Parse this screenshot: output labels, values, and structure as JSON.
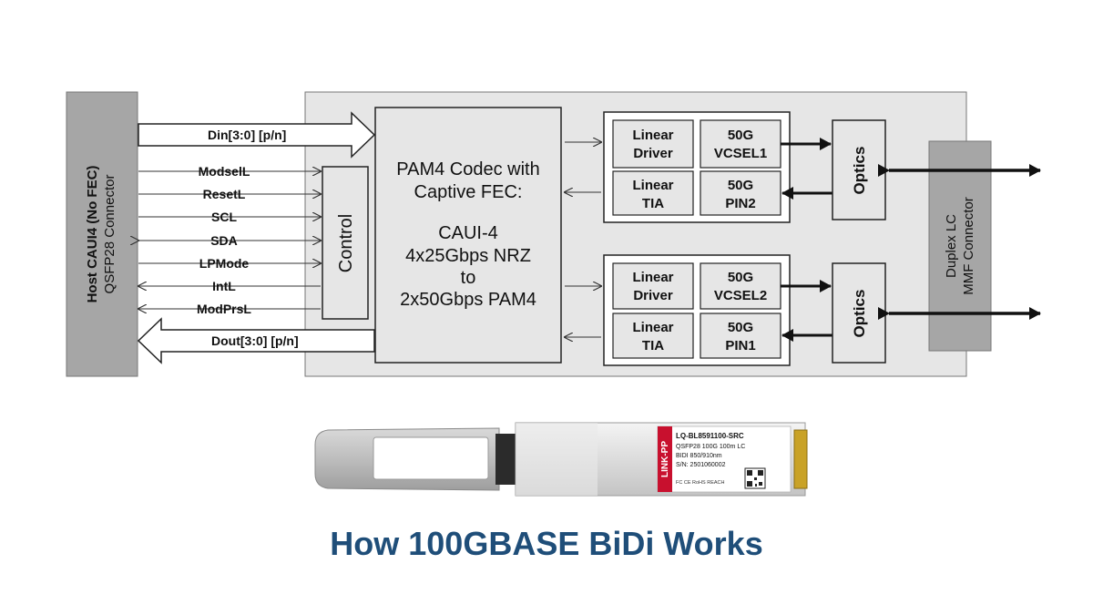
{
  "host": {
    "line1": "Host CAUI4 (No FEC)",
    "line2": "QSFP28 Connector"
  },
  "signals": {
    "din": "Din[3:0] [p/n]",
    "dout": "Dout[3:0] [p/n]",
    "control_lines": [
      "ModselL",
      "ResetL",
      "SCL",
      "SDA",
      "LPMode",
      "IntL",
      "ModPrsL"
    ]
  },
  "control": {
    "label": "Control"
  },
  "codec": {
    "line1": "PAM4 Codec with",
    "line2": "Captive FEC:",
    "line3": "CAUI-4",
    "line4": "4x25Gbps NRZ",
    "line5": "to",
    "line6": "2x50Gbps PAM4"
  },
  "channel1": {
    "driver": [
      "Linear",
      "Driver"
    ],
    "vcsel": [
      "50G",
      "VCSEL1"
    ],
    "tia": [
      "Linear",
      "TIA"
    ],
    "pin": [
      "50G",
      "PIN2"
    ]
  },
  "channel2": {
    "driver": [
      "Linear",
      "Driver"
    ],
    "vcsel": [
      "50G",
      "VCSEL2"
    ],
    "tia": [
      "Linear",
      "TIA"
    ],
    "pin": [
      "50G",
      "PIN1"
    ]
  },
  "optics": {
    "top": "Optics",
    "bottom": "Optics"
  },
  "connector": {
    "line1": "Duplex LC",
    "line2": "MMF Connector"
  },
  "module_label": {
    "brand": "LINK-PP",
    "part": "LQ-BL8591100-SRC",
    "desc1": "QSFP28 100G 100m LC",
    "desc2": "BIDI 850/910nm",
    "serial": "S/N: 2501060002",
    "certs": "FC CE RoHS REACH"
  },
  "caption": "How 100GBASE BiDi Works",
  "colors": {
    "caption": "#1f4e79",
    "panel": "#e6e6e6",
    "host": "#a6a6a6",
    "brand_red": "#c8102e"
  }
}
